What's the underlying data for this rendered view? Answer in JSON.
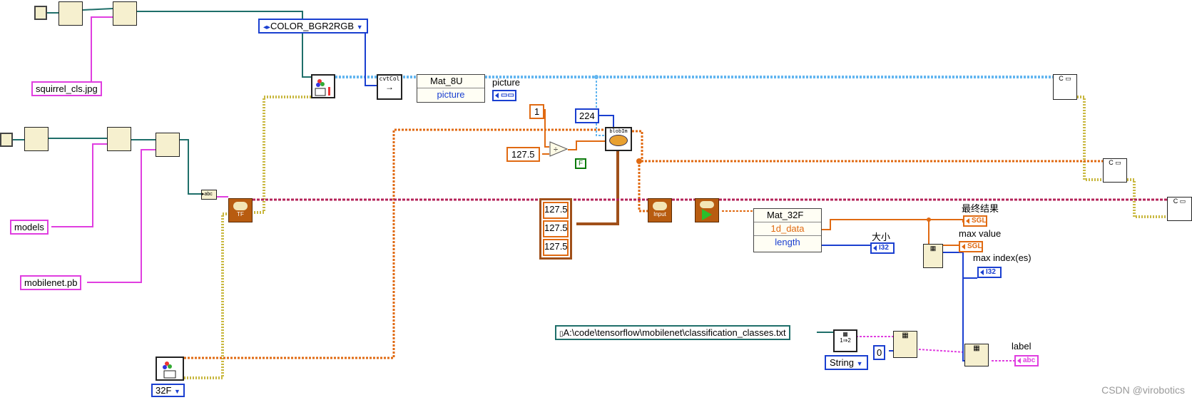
{
  "constants": {
    "image_path": "squirrel_cls.jpg",
    "models_dir": "models",
    "model_file": "mobilenet.pb",
    "classes_path": "A:\\code\\tensorflow\\mobilenet\\classification_classes.txt",
    "color_code": "COLOR_BGR2RGB",
    "size": "224",
    "one": "1",
    "scale": "127.5",
    "bool_false": "F",
    "mean_values": [
      "127.5",
      "127.5",
      "127.5"
    ],
    "type_32f": "32F",
    "string_type": "String",
    "zero_index": "0"
  },
  "nodes": {
    "cvtcolor_label": "cvtCol",
    "blob_label": "blobIm",
    "tf_label": "TF",
    "input_label": "Input"
  },
  "bundles": {
    "mat8u": {
      "type": "Mat_8U",
      "field": "picture"
    },
    "mat32f": {
      "type": "Mat_32F",
      "fields": [
        "1d_data",
        "length"
      ]
    }
  },
  "indicators": {
    "picture": {
      "label": "picture",
      "type": ""
    },
    "size": {
      "label": "大小",
      "type": "I32"
    },
    "final": {
      "label": "最终结果",
      "type": "SGL"
    },
    "max_value": {
      "label": "max value",
      "type": "SGL"
    },
    "max_index": {
      "label": "max index(es)",
      "type": "I32"
    },
    "label": {
      "label": "label",
      "type": "abc"
    }
  },
  "watermark": "CSDN @virobotics",
  "colors": {
    "wire_path": "#1f6f6a",
    "wire_string": "#e03ee0",
    "wire_image": "#63b6f0",
    "wire_float": "#e06a12",
    "wire_ref": "#c9b840",
    "wire_int": "#1a3fd0"
  }
}
